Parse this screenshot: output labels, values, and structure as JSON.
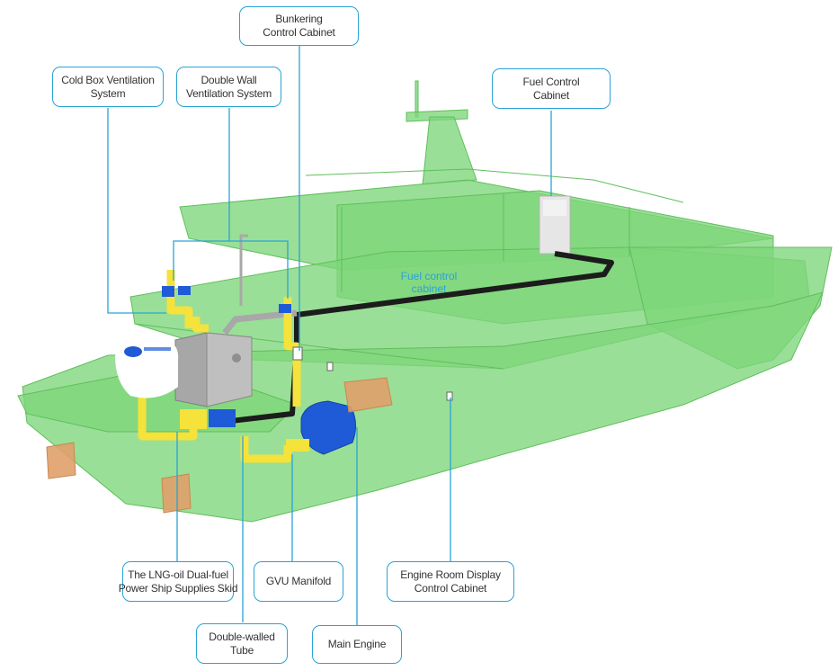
{
  "labels": {
    "bunkering_cabinet": [
      "Bunkering",
      "Control Cabinet"
    ],
    "cold_box_ventilation": [
      "Cold Box Ventilation",
      "System"
    ],
    "double_wall_ventilation": [
      "Double Wall",
      "Ventilation System"
    ],
    "fuel_control_cabinet": [
      "Fuel Control",
      "Cabinet"
    ],
    "lng_skid": [
      "The LNG-oil Dual-fuel",
      "Power Ship Supplies Skid"
    ],
    "gvu_manifold": [
      "GVU Manifold"
    ],
    "engine_room_display": [
      "Engine Room Display",
      "Control Cabinet"
    ],
    "double_walled_tube": [
      "Double-walled",
      "Tube"
    ],
    "main_engine": [
      "Main Engine"
    ],
    "fuel_control_inline": [
      "Fuel control",
      "cabinet"
    ]
  },
  "colors": {
    "hull": "#7ed67a",
    "callout_border": "#2aa3d6",
    "pipe_yellow": "#f5e23a",
    "pipe_black": "#1c1c1c",
    "engine_blue": "#1f5bd6",
    "tank_orange": "#e0a06a"
  }
}
